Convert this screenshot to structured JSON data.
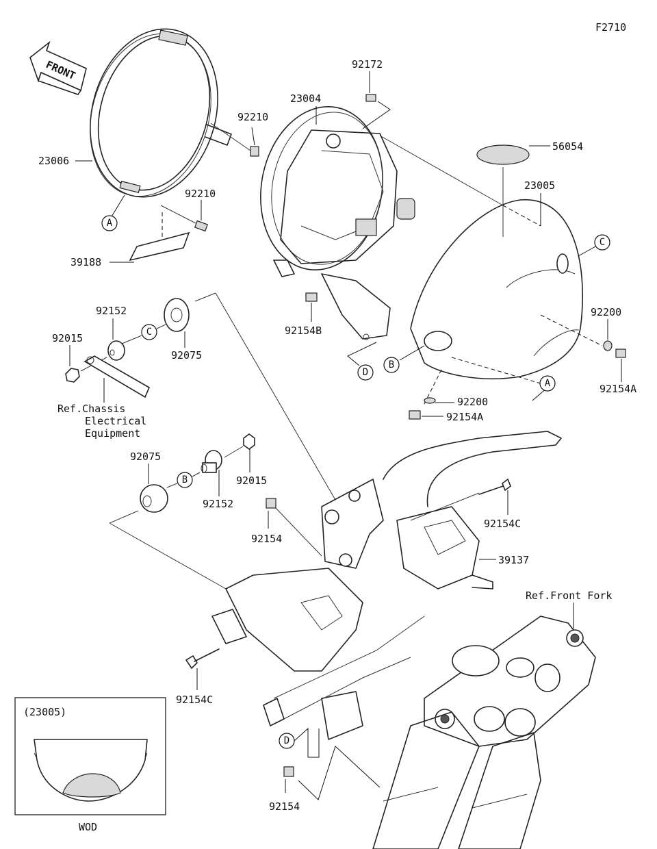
{
  "figure_code": "F2710",
  "direction_label": "FRONT",
  "parts": {
    "p23006": "23006",
    "p92210a": "92210",
    "p92210b": "92210",
    "p39188": "39188",
    "p92172": "92172",
    "p23004": "23004",
    "p56054": "56054",
    "p23005": "23005",
    "p92200a": "92200",
    "p92154Aa": "92154A",
    "p92200b": "92200",
    "p92154Ab": "92154A",
    "p92154B": "92154B",
    "p92152a": "92152",
    "p92015a": "92015",
    "p92075a": "92075",
    "p92075b": "92075",
    "p92152b": "92152",
    "p92015b": "92015",
    "p92154a": "92154",
    "p92154Ca": "92154C",
    "p39137": "39137",
    "p92154Cb": "92154C",
    "p92154b": "92154"
  },
  "references": {
    "chassis_line1": "Ref.Chassis",
    "chassis_line2": "Electrical",
    "chassis_line3": "Equipment",
    "front_fork": "Ref.Front Fork"
  },
  "callouts": {
    "A1": "A",
    "A2": "A",
    "B1": "B",
    "B2": "B",
    "C1": "C",
    "C2": "C",
    "D1": "D",
    "D2": "D"
  },
  "inset": {
    "title": "(23005)",
    "caption": "WOD"
  }
}
